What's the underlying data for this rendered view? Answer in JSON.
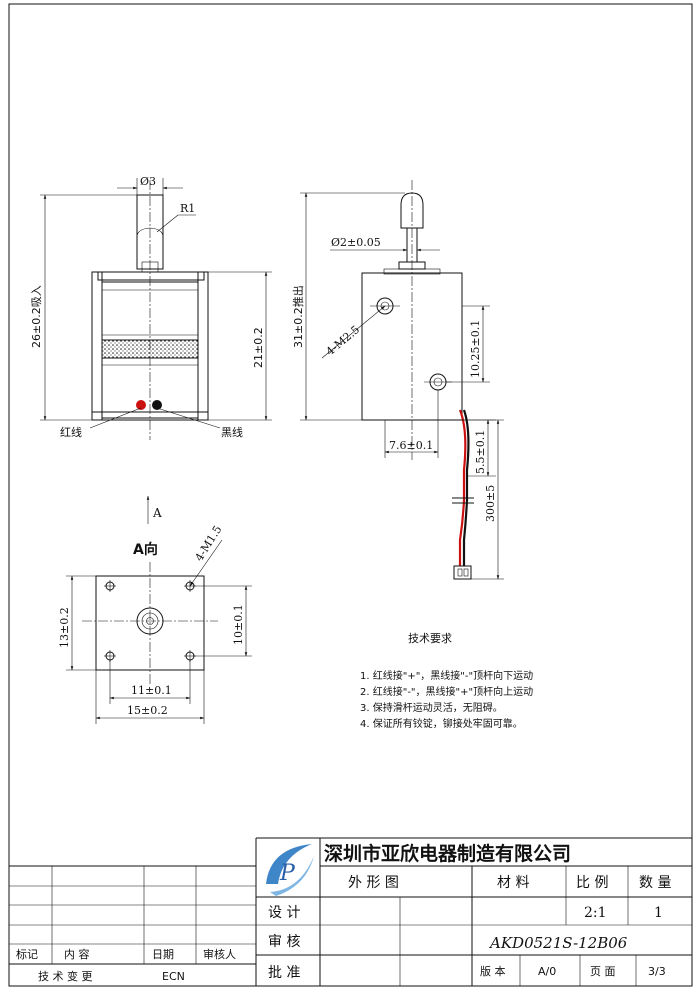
{
  "front_view": {
    "dia_label": "Ø3",
    "radius_label": "R1",
    "height_total_label": "26±0.2吸入",
    "height_body_label": "21±0.2",
    "red_wire_label": "红线",
    "black_wire_label": "黑线",
    "red_color": "#cc1111",
    "black_color": "#111111"
  },
  "side_view": {
    "dia_label": "Ø2±0.05",
    "height_label": "31±0.2推出",
    "thread_label": "4-M2.5",
    "hole_pos_label": "10.25±0.1",
    "offset_label": "7.6±0.1",
    "wire_exit_label": "5.5±0.1",
    "wire_len_label": "300±5"
  },
  "bottom_view": {
    "arrow_label": "A",
    "view_title": "A向",
    "thread_label": "4-M1.5",
    "height_label": "13±0.2",
    "hole_height_label": "10±0.1",
    "hole_width_label": "11±0.1",
    "width_label": "15±0.2"
  },
  "notes": {
    "title": "技术要求",
    "items": [
      "1. 红线接\"+\"，黑线接\"-\"顶杆向下运动",
      "2. 红线接\"-\"，黑线接\"+\"顶杆向上运动",
      "3. 保持滑杆运动灵活，无阻碍。",
      "4. 保证所有铰锭，铆接处牢固可靠。"
    ]
  },
  "title_block": {
    "company": "深圳市亚欣电器制造有限公司",
    "logo_letter": "P",
    "drawing_name": "外 形 图",
    "material_header": "材 料",
    "scale_header": "比 例",
    "qty_header": "数 量",
    "design_label": "设 计",
    "review_label": "审 核",
    "approve_label": "批 准",
    "scale_value": "2:1",
    "qty_value": "1",
    "part_number": "AKD0521S-12B06",
    "version_label": "版 本",
    "version_value": "A/0",
    "page_label": "页 面",
    "page_value": "3/3"
  },
  "revision_block": {
    "col_mark": "标记",
    "col_content": "内    容",
    "col_date": "日期",
    "col_reviewer": "审核人",
    "footer_left": "技 术 变 更",
    "footer_right": "ECN"
  }
}
